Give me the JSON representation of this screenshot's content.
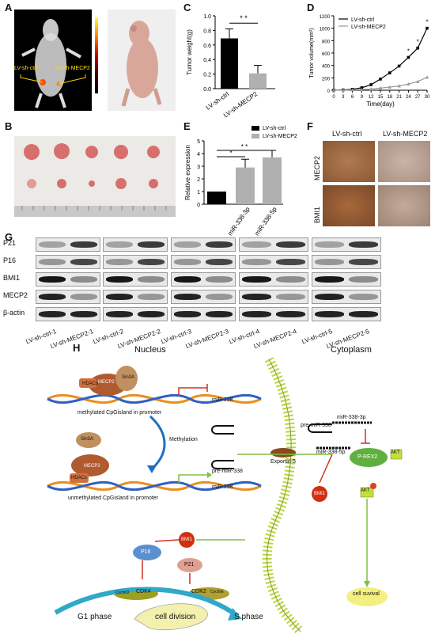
{
  "panels": {
    "A": {
      "letter": "A",
      "label_left": "LV-sh-ctrl",
      "label_right": "LV-sh-MECP2"
    },
    "B": {
      "letter": "B"
    },
    "C": {
      "letter": "C"
    },
    "D": {
      "letter": "D"
    },
    "E": {
      "letter": "E"
    },
    "F": {
      "letter": "F",
      "col1": "LV-sh-ctrl",
      "col2": "LV-sh-MECP2",
      "row1": "MECP2",
      "row2": "BMI1"
    },
    "G": {
      "letter": "G",
      "rows": [
        "P21",
        "P16",
        "BMI1",
        "MECP2",
        "β-actin"
      ],
      "lanes": [
        "LV-sh-ctrl-1",
        "LV-sh-MECP2-1",
        "LV-sh-ctrl-2",
        "LV-sh-MECP2-2",
        "LV-sh-ctrl-3",
        "LV-sh-MECP2-3",
        "LV-sh-ctrl-4",
        "LV-sh-MECP2-4",
        "LV-sh-ctrl-5",
        "LV-sh-MECP2-5"
      ]
    },
    "H": {
      "letter": "H",
      "nucleus": "Nucleus",
      "cytoplasm": "Cytoplasm",
      "methylated": "methylated CpGisland in promoter",
      "unmethylated": "unmethylated CpGisland in promoter",
      "methylation": "Methylation",
      "mir338": "miR-338",
      "pre_mir338": "pre-miR-338",
      "exportin": "Exportin-5",
      "mir338_3p": "miR-338-3p",
      "mir338_5p": "miR-338-5p",
      "prex2": "P-REX2",
      "akt": "AKT",
      "akt_p": "AKT",
      "bmi1": "BMI1",
      "p16": "P16",
      "p21": "P21",
      "cdk4": "CDK4",
      "cyclinD": "CyclinD",
      "cdk2": "CDK2",
      "cyclinE": "CyclinE",
      "g1": "G1 phase",
      "s": "S phase",
      "cell_division": "cell division",
      "survival": "cell suvival",
      "hdac": "HDACs",
      "mecp2": "MECP2",
      "sin3a": "Sin3A"
    }
  },
  "chart_data": [
    {
      "type": "bar",
      "panel": "C",
      "categories": [
        "LV-sh-ctrl",
        "LV-sh-MECP2"
      ],
      "values": [
        0.69,
        0.21
      ],
      "errors": [
        0.13,
        0.11
      ],
      "colors": [
        "#000000",
        "#b0b0b0"
      ],
      "title": "",
      "xlabel": "",
      "ylabel": "Tumor weight(g)",
      "ylim": [
        0,
        1.0
      ],
      "yticks": [
        "0.0",
        "0.2",
        "0.4",
        "0.6",
        "0.8",
        "1.0"
      ],
      "significance": "* *"
    },
    {
      "type": "line",
      "panel": "D",
      "x": [
        0,
        3,
        6,
        9,
        12,
        15,
        18,
        21,
        24,
        27,
        30
      ],
      "series": [
        {
          "name": "LV-sh-ctrl",
          "values": [
            0,
            5,
            15,
            40,
            90,
            180,
            280,
            390,
            530,
            680,
            1000
          ],
          "color": "#000000"
        },
        {
          "name": "LV-sh-MECP2",
          "values": [
            0,
            2,
            5,
            10,
            20,
            35,
            50,
            70,
            100,
            140,
            210
          ],
          "color": "#999999"
        }
      ],
      "xlabel": "Time(day)",
      "ylabel": "Tumor volume(mm³)",
      "ylim": [
        0,
        1200
      ],
      "yticks": [
        "0",
        "200",
        "400",
        "600",
        "800",
        "1000",
        "1200"
      ],
      "xticks": [
        "0",
        "3",
        "6",
        "9",
        "12",
        "15",
        "18",
        "21",
        "24",
        "27",
        "30"
      ],
      "stars_at": [
        24,
        27,
        30
      ],
      "legend": "top-left"
    },
    {
      "type": "bar",
      "panel": "E",
      "categories": [
        "",
        "miR-338-3p",
        "miR-338-5p"
      ],
      "series": [
        {
          "name": "LV-sh-ctrl",
          "values": [
            1.0,
            null,
            null
          ],
          "color": "#000000"
        },
        {
          "name": "LV-sh-MECP2",
          "values": [
            null,
            2.9,
            3.7
          ],
          "color": "#b0b0b0"
        }
      ],
      "values": [
        1.0,
        2.9,
        3.7
      ],
      "errors": [
        0,
        0.65,
        0.55
      ],
      "ylabel": "Relative expression",
      "ylim": [
        0,
        5
      ],
      "yticks": [
        "0",
        "1",
        "2",
        "3",
        "4",
        "5"
      ],
      "significance": [
        "*",
        "* *"
      ],
      "legend": "top-right"
    }
  ]
}
